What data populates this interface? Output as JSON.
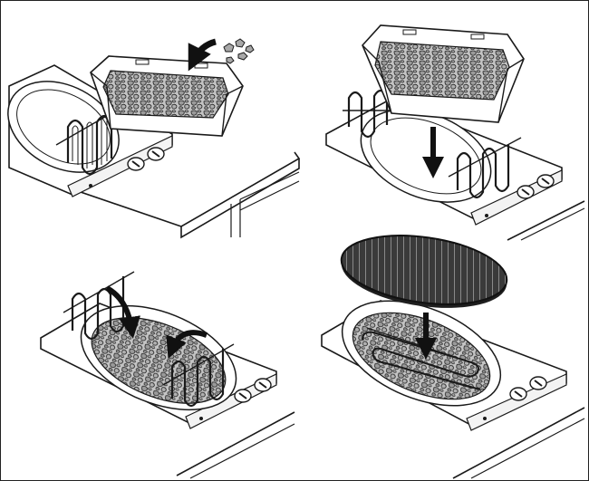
{
  "figure": {
    "panels": [
      {
        "id": "panel-1",
        "step": "fill-lava-stones-into-tray"
      },
      {
        "id": "panel-2",
        "step": "insert-tray-into-well"
      },
      {
        "id": "panel-3",
        "step": "lower-heating-elements-onto-stones"
      },
      {
        "id": "panel-4",
        "step": "place-grill-grate-on-top"
      }
    ],
    "colors": {
      "line": "#1a1a1a",
      "border": "#222222",
      "background": "#ffffff",
      "stone_fill": "#b3b3b3",
      "stone_dark": "#7a7a7a",
      "grate_fill": "#3c3c3c",
      "arrow_fill": "#111111"
    },
    "icons": [
      "lava-stones",
      "stone-tray",
      "heating-element-coil",
      "control-knob",
      "down-arrow",
      "curved-arrow",
      "grill-grate"
    ]
  }
}
